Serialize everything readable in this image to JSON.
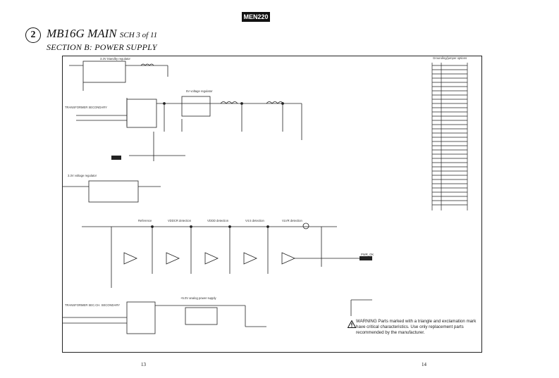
{
  "header": {
    "model_tag": "MEN220",
    "section_number": "2",
    "title_main": "MB16G MAIN",
    "title_sheet": "SCH 3 of 11",
    "section_title": "SECTION B: POWER SUPPLY"
  },
  "schematic": {
    "standby_regulator": "3.3V Standby regulator",
    "v5_regulator": "5V voltage regulator",
    "v33_regulator": "3.3V voltage regulator",
    "ground_options": "Grounding/jumper options",
    "vdet_labels": [
      "Reference",
      "VDDCR detection",
      "VDDD detection",
      "V4.5 detection",
      "VLVR detection"
    ],
    "analog_supply": "+5.0V analog power supply",
    "transformer_a": "TRANSFORMER SECONDARY",
    "transformer_b": "TRANSFORMER SEC.CH. SECONDARY",
    "pwr_ok_label": "PWR_OK"
  },
  "warning": {
    "text": "WARNING Parts marked with a triangle and exclamation mark have critical characteristics. Use only replacement parts recommended by the manufacturer."
  },
  "footer": {
    "page_left": "13",
    "page_right": "14"
  }
}
